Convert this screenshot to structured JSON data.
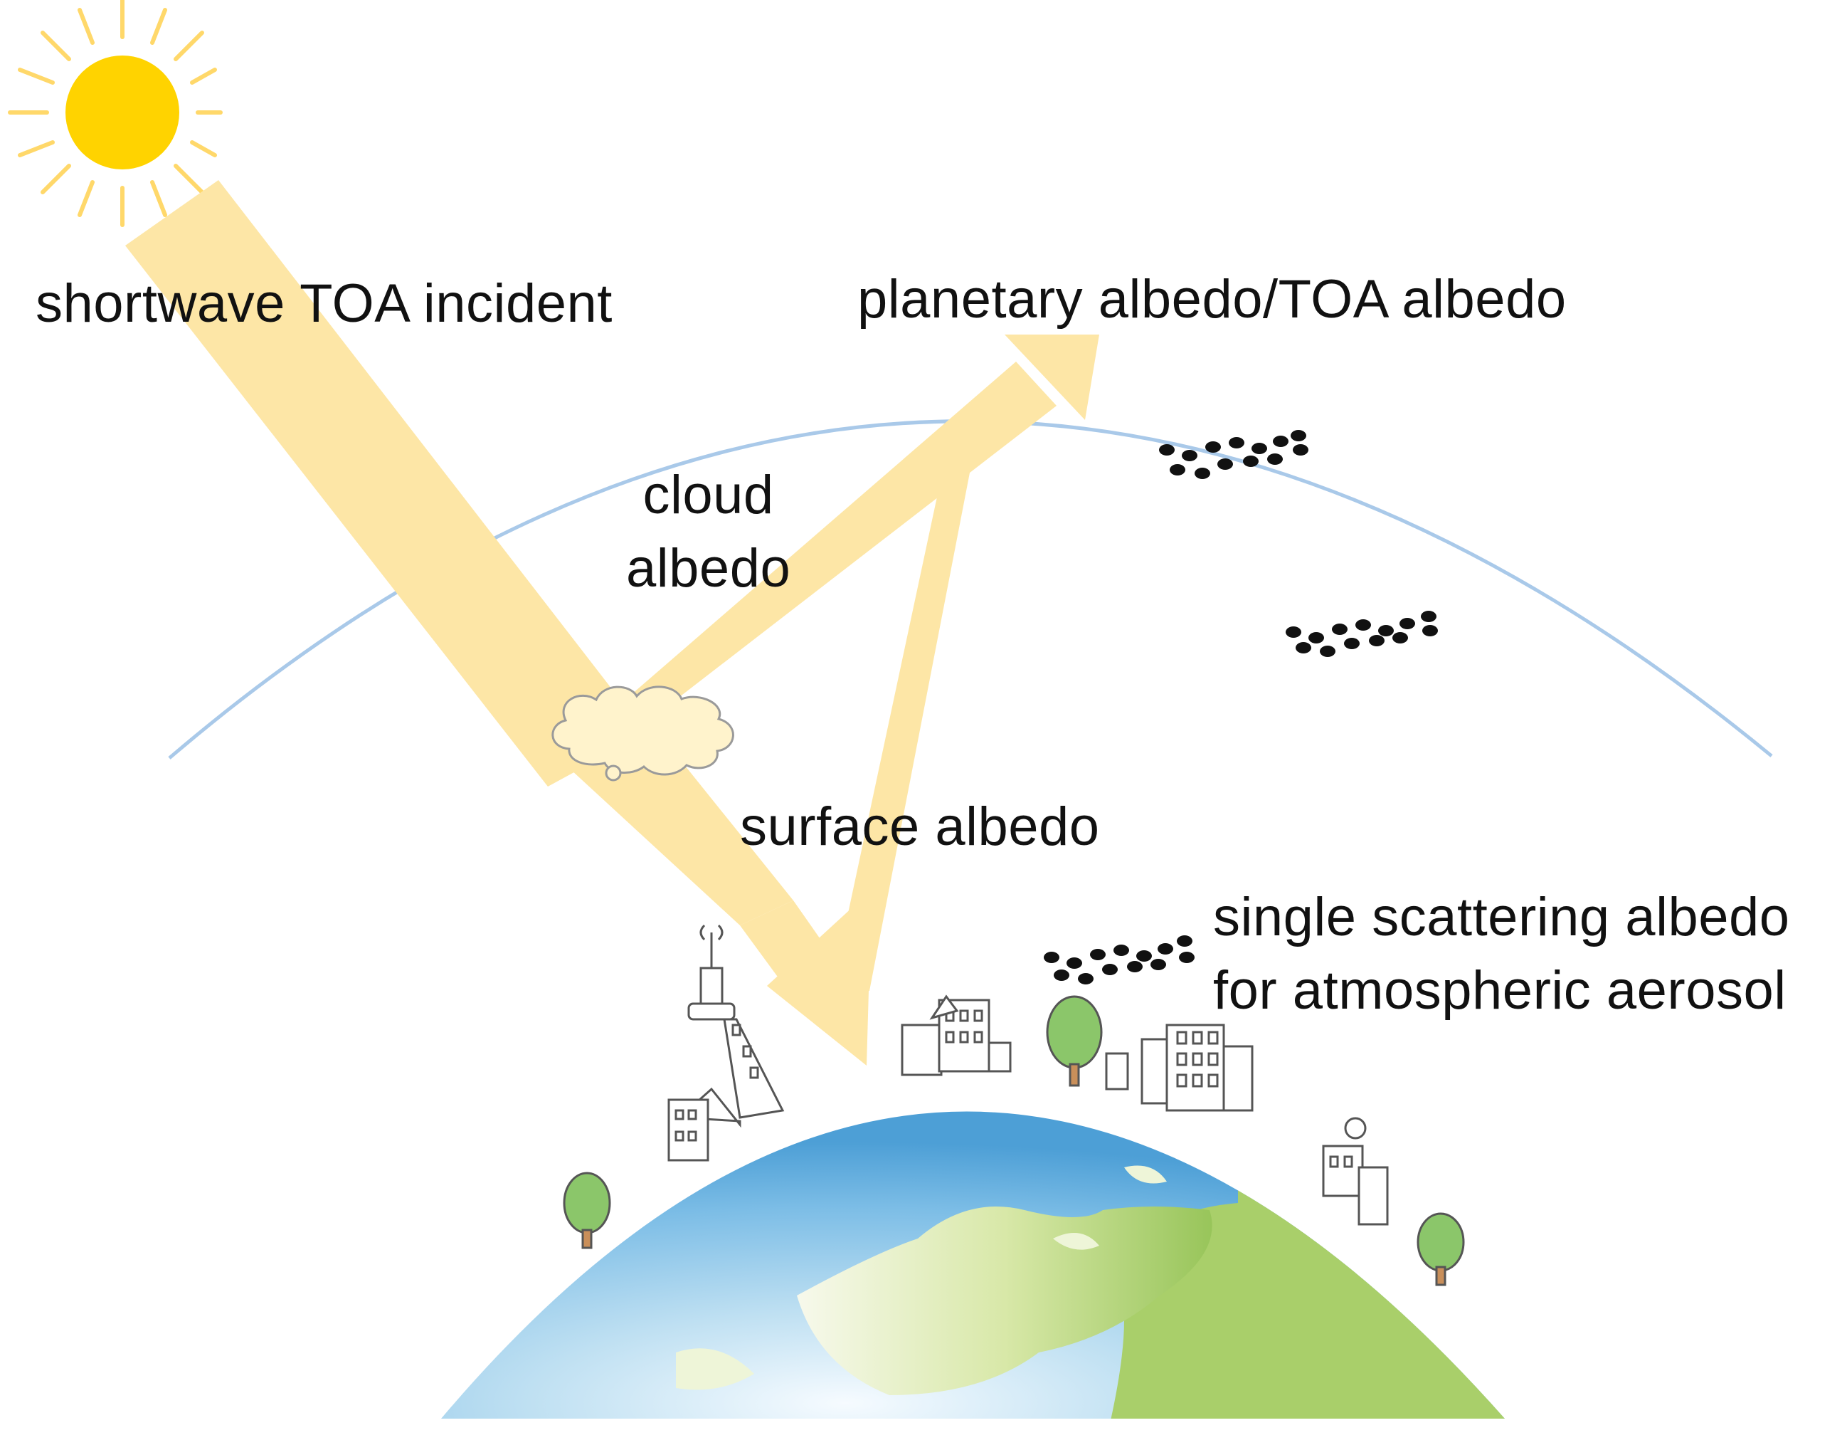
{
  "labels": {
    "incident": "shortwave TOA incident",
    "planetary": "planetary albedo/TOA albedo",
    "cloud_line1": "cloud",
    "cloud_line2": "albedo",
    "surface": "surface albedo",
    "ssa_line1": "single scattering albedo",
    "ssa_line2": "for atmospheric aerosol"
  },
  "colors": {
    "beam": "#fde6a6",
    "sun": "#ffd300",
    "sun_rays": "#ffd86a",
    "atmosphere_line": "#a9c9e9",
    "ocean": "#6fb6e2",
    "land": "#a9cf6a",
    "cloud": "#fff3cc",
    "aerosol": "#111111"
  },
  "icons": {
    "sun": "sun-icon",
    "cloud": "cloud-icon",
    "aerosol": "aerosol-particles-icon",
    "earth": "earth-globe-icon",
    "city": "city-buildings-icon",
    "tree": "tree-icon"
  }
}
